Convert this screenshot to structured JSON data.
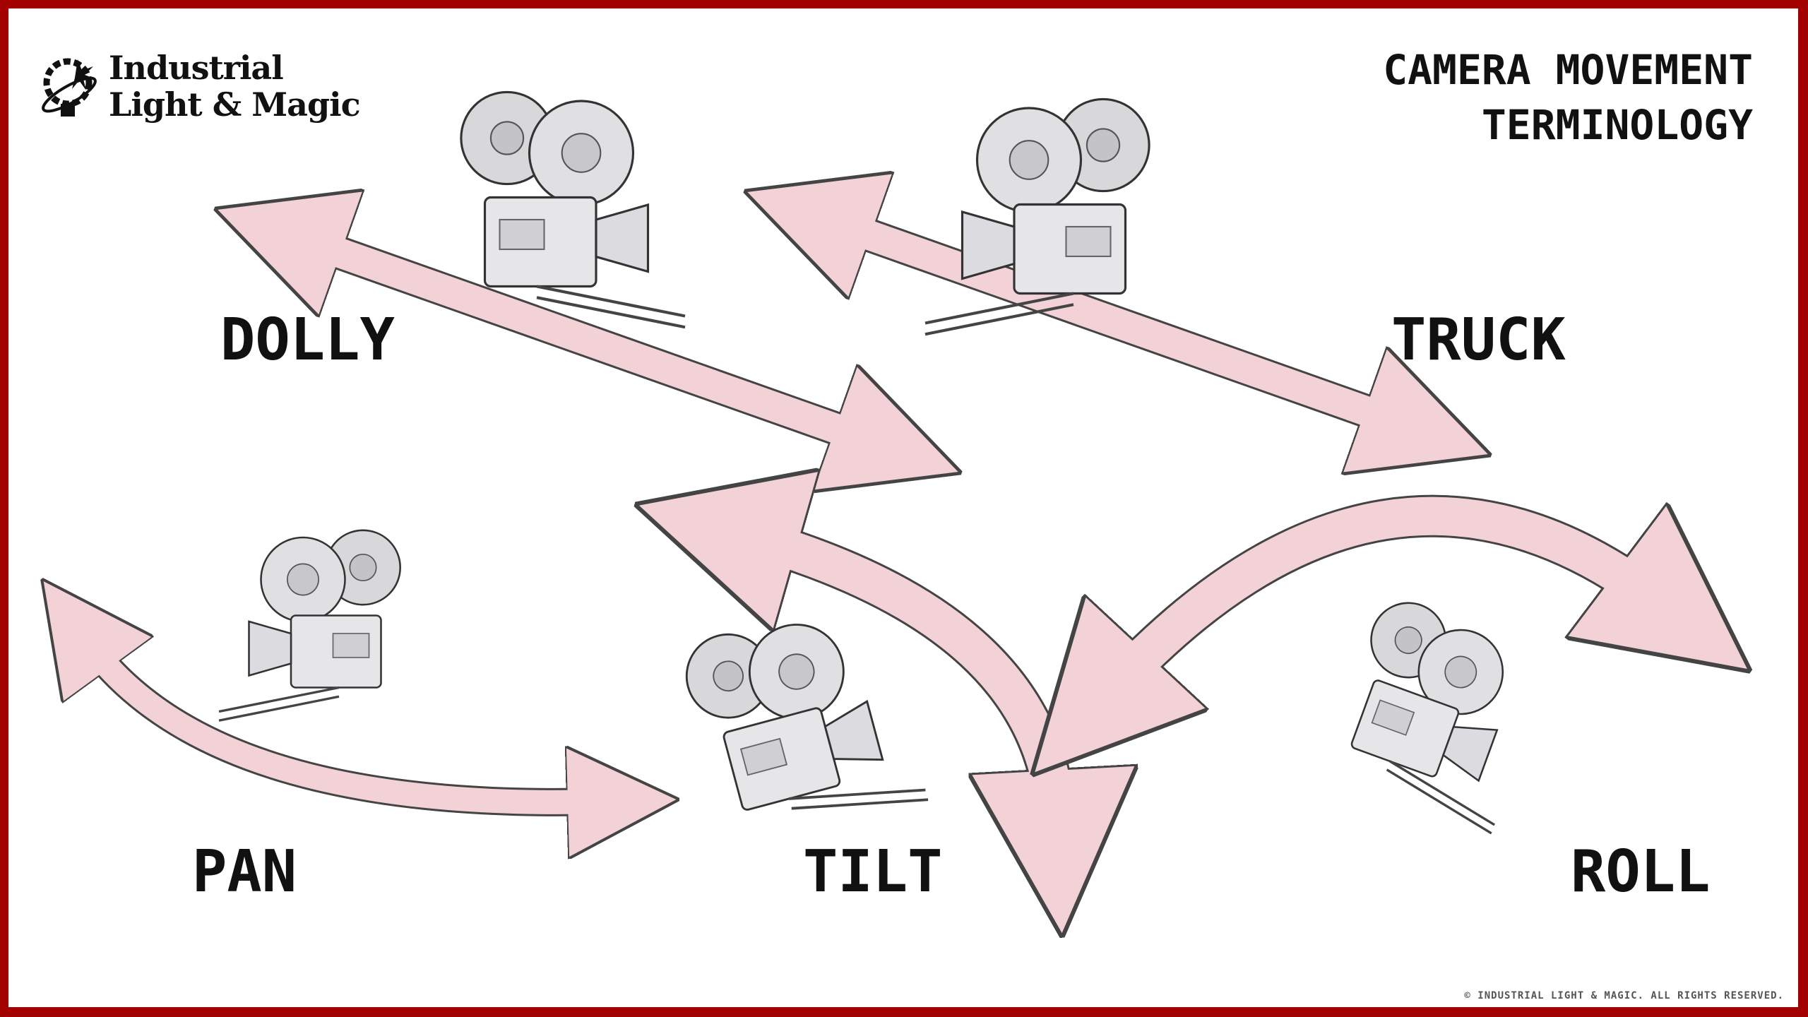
{
  "logo": {
    "line1": "Industrial",
    "line2": "Light & Magic"
  },
  "title": {
    "line1": "CAMERA MOVEMENT",
    "line2": "TERMINOLOGY"
  },
  "movements": [
    {
      "label": "DOLLY"
    },
    {
      "label": "TRUCK"
    },
    {
      "label": "PAN"
    },
    {
      "label": "TILT"
    },
    {
      "label": "ROLL"
    }
  ],
  "copyright": "© INDUSTRIAL LIGHT & MAGIC. ALL RIGHTS RESERVED.",
  "colors": {
    "border": "#a30000",
    "arrow_fill": "#f2d2d6",
    "text": "#111111"
  }
}
